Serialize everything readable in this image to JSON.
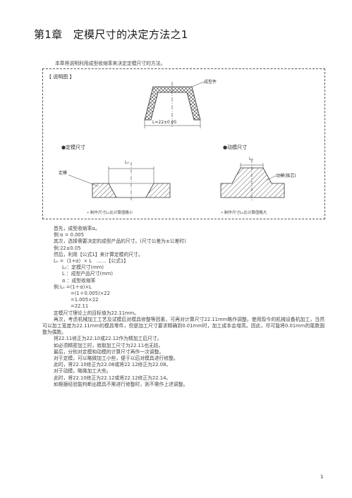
{
  "title": "第1章　定模尺寸的决定方法之1",
  "intro": "本章将说明利用成型收缩率来决定定模尺寸的方法。",
  "figure": {
    "tag": "【 说明图 】",
    "product_label": "成型件",
    "dim_label": "L=22±0.05",
    "fixed_title": "●定模尺寸",
    "moving_title": "●动模尺寸",
    "lo_left": "L₀",
    "lo_right": "L₀",
    "fixed_mold_label": "定模",
    "moving_mold_label": "动模(极芯)",
    "fixed_note": "• 制作尺寸L₀比计算值略小",
    "moving_note": "• 制作尺寸L₀比计算值略大"
  },
  "body": [
    "首先，成型收缩率α。",
    "例:α = 0.005",
    "其次，选择需要决定的成型产品的尺寸。(尺寸公差为±公差时)",
    "例:22±0.05",
    "然后，利用【公式1】来计算定模的尺寸。",
    "L₀ =（1+α）× L　……【公式1】",
    "L₀：定模尺寸(mm)",
    "L ：成型产品尺寸(mm)",
    "α ：成型收缩率",
    "例:L₀ =(1＋α)×L",
    "=(1＋0.005)×22",
    "=1.005×22",
    "=22.11",
    "定模尺寸理论上的目标值为22.11mm。",
    "再次，考虑机械加工工艺及试模后对模具修整等因素，可再对计算尺寸22.11mm略作调整。使用现今的机械设备机加工，当然可以加工宽度为22.11mm的模具零件，但是加工尺寸要求精确到0.01mm时，加工成本会增高。因此，尽可能将0.01mm的尾数圆整为偶数。",
    "将22.11修正为22.10或22.12作为精加工后尺寸。",
    "如必须精密加工时，就取加工尺寸为22.11也无妨。",
    "最后，分别对定模和动模的计算尺寸再作一次调整。",
    "对于定模，可以略微加工小些，便于以后对模具进行修整。",
    "此时，将22.10修正为22.08或将22.12修正为22.08。",
    "对于动模，略微加工大些。",
    "此时，将22.10修正为22.12或将22.12修正为22.14。",
    "如根据经验能判断出模具不需进行修整时，则不需作上述调整。"
  ],
  "page_number": "1"
}
